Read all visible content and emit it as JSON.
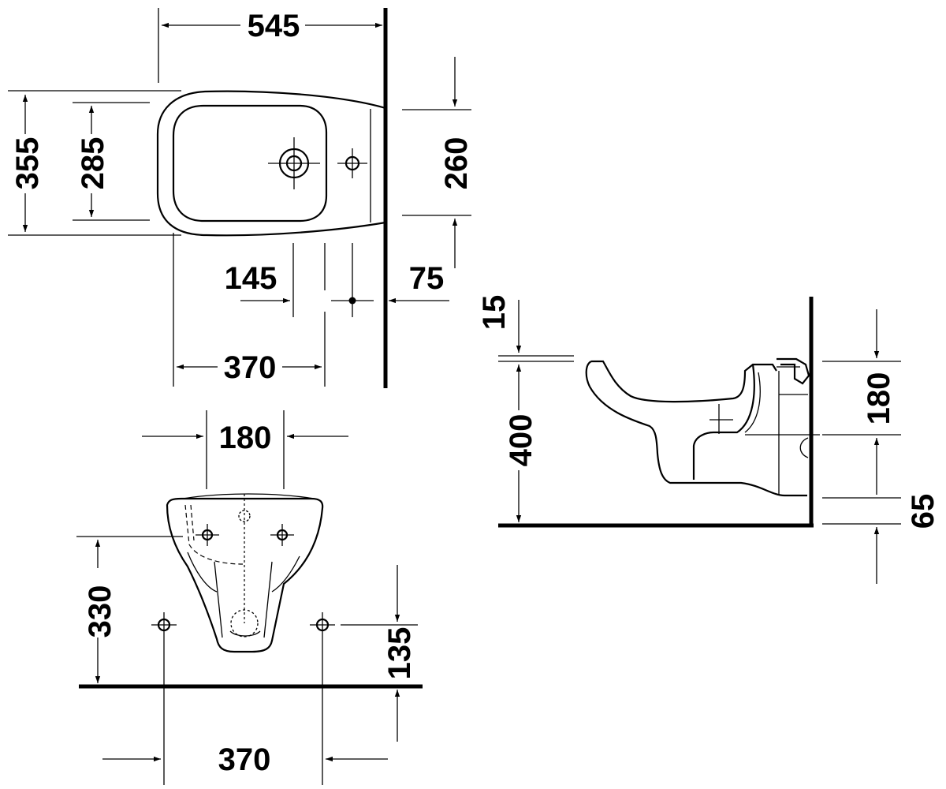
{
  "dimensions": {
    "top_width": "545",
    "top_overall_depth": "355",
    "top_bowl_depth": "285",
    "top_wall_fixing": "260",
    "top_tap_offset": "145",
    "top_wall_offset": "75",
    "top_fixing_spacing": "370",
    "front_waste_width": "180",
    "front_height": "330",
    "front_fixing_height": "135",
    "front_fixing_spacing": "370",
    "side_rim_height": "400",
    "side_rim_offset": "15",
    "side_waste_height": "180",
    "side_waste_low": "65"
  }
}
